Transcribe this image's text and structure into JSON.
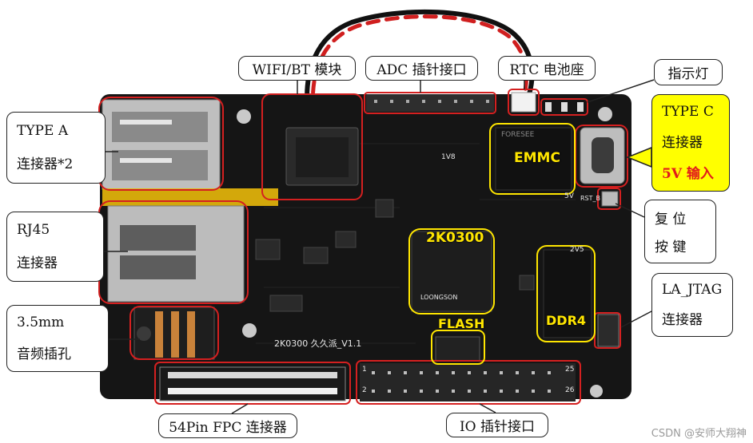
{
  "callouts": {
    "wifi_bt": "WIFI/BT 模块",
    "adc": "ADC 插针接口",
    "rtc": "RTC 电池座",
    "indicator": "指示灯",
    "type_a": {
      "line1": "TYPE A",
      "line2": "连接器*2"
    },
    "type_c": {
      "line1": "TYPE C",
      "line2": "连接器",
      "line3": "5V 输入"
    },
    "rj45": {
      "line1": "RJ45",
      "line2": "连接器"
    },
    "reset": {
      "line1": "复 位",
      "line2": "按 键"
    },
    "audio": {
      "line1": "3.5mm",
      "line2": "音频插孔"
    },
    "la_jtag": {
      "line1": "LA_JTAG",
      "line2": "连接器"
    },
    "fpc": "54Pin FPC 连接器",
    "io": "IO 插针接口"
  },
  "board_labels": {
    "emmc": "EMMC",
    "soc": "2K0300",
    "flash": "FLASH",
    "ddr": "DDR4",
    "silkscreen": "2K0300 久久派_V1.1",
    "loongson": "LOONGSON",
    "foresee": "FORESEE",
    "rst": "RST_B",
    "v5": "5V",
    "v18": "1V8",
    "v25": "2V5",
    "pin1": "1",
    "pin2": "2",
    "pin25": "25",
    "pin26": "26"
  },
  "watermark": "CSDN @安师大翔神",
  "colors": {
    "board": "#151515",
    "highlight_red": "#d42020",
    "highlight_yellow": "#ffe600",
    "callout_yellow": "#ffff00",
    "text_red": "#e21b1b"
  }
}
